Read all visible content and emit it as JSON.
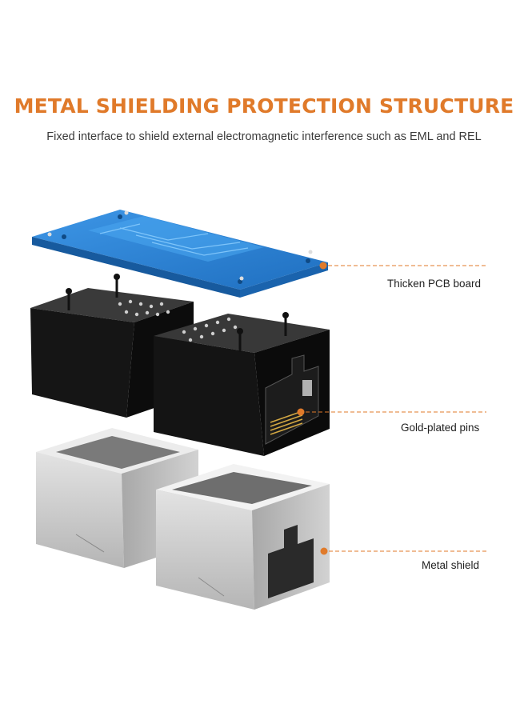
{
  "header": {
    "title": "METAL SHIELDING PROTECTION STRUCTURE",
    "subtitle": "Fixed interface to shield external electromagnetic interference such as EML and REL"
  },
  "callouts": [
    {
      "label": "Thicken PCB board"
    },
    {
      "label": "Gold-plated pins"
    },
    {
      "label": "Metal shield"
    }
  ],
  "colors": {
    "accent": "#e07a2a",
    "pcb_blue": "#2f86d6",
    "jack_black": "#151515",
    "shield_silver": "#c9c9c9"
  },
  "icons": [
    "pcb-board-icon",
    "rj45-jack-icon",
    "metal-shield-icon"
  ]
}
